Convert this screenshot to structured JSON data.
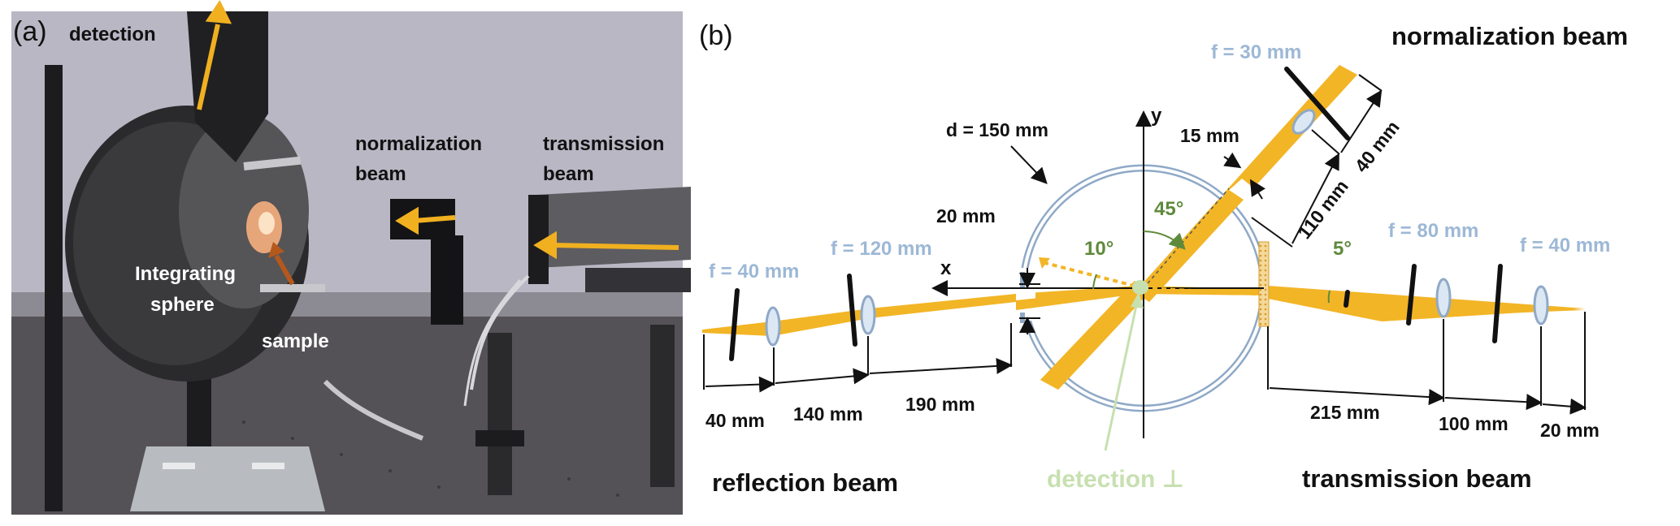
{
  "panel_a": {
    "tag": "(a)",
    "labels": {
      "detection": "detection",
      "normalization_1": "normalization",
      "normalization_2": "beam",
      "transmission_1": "transmission",
      "transmission_2": "beam",
      "sphere_1": "Integrating",
      "sphere_2": "sphere",
      "sample": "sample"
    }
  },
  "panel_b": {
    "tag": "(b)",
    "beams": {
      "normalization": "normalization beam",
      "reflection": "reflection beam",
      "transmission": "transmission beam",
      "detection": "detection ⊥"
    },
    "lenses": {
      "norm": "f = 30 mm",
      "refl_outer": "f = 40 mm",
      "refl_inner": "f = 120 mm",
      "trans_inner": "f = 80 mm",
      "trans_outer": "f = 40 mm"
    },
    "dims": {
      "diameter": "d = 150 mm",
      "port_offset": "20 mm",
      "port_15": "15 mm",
      "norm_110": "110 mm",
      "norm_40": "40 mm",
      "refl_40": "40 mm",
      "refl_140": "140 mm",
      "refl_190": "190 mm",
      "trans_215": "215 mm",
      "trans_100": "100 mm",
      "trans_20": "20 mm"
    },
    "angles": {
      "a45": "45°",
      "a10": "10°",
      "a5": "5°"
    },
    "axes": {
      "x": "x",
      "y": "y"
    },
    "colors": {
      "beam": "#f2b526",
      "lens": "#9db8d6",
      "sphere": "#9db8d6",
      "angle": "#5f8a3c",
      "detection": "#c7e0b0"
    }
  }
}
